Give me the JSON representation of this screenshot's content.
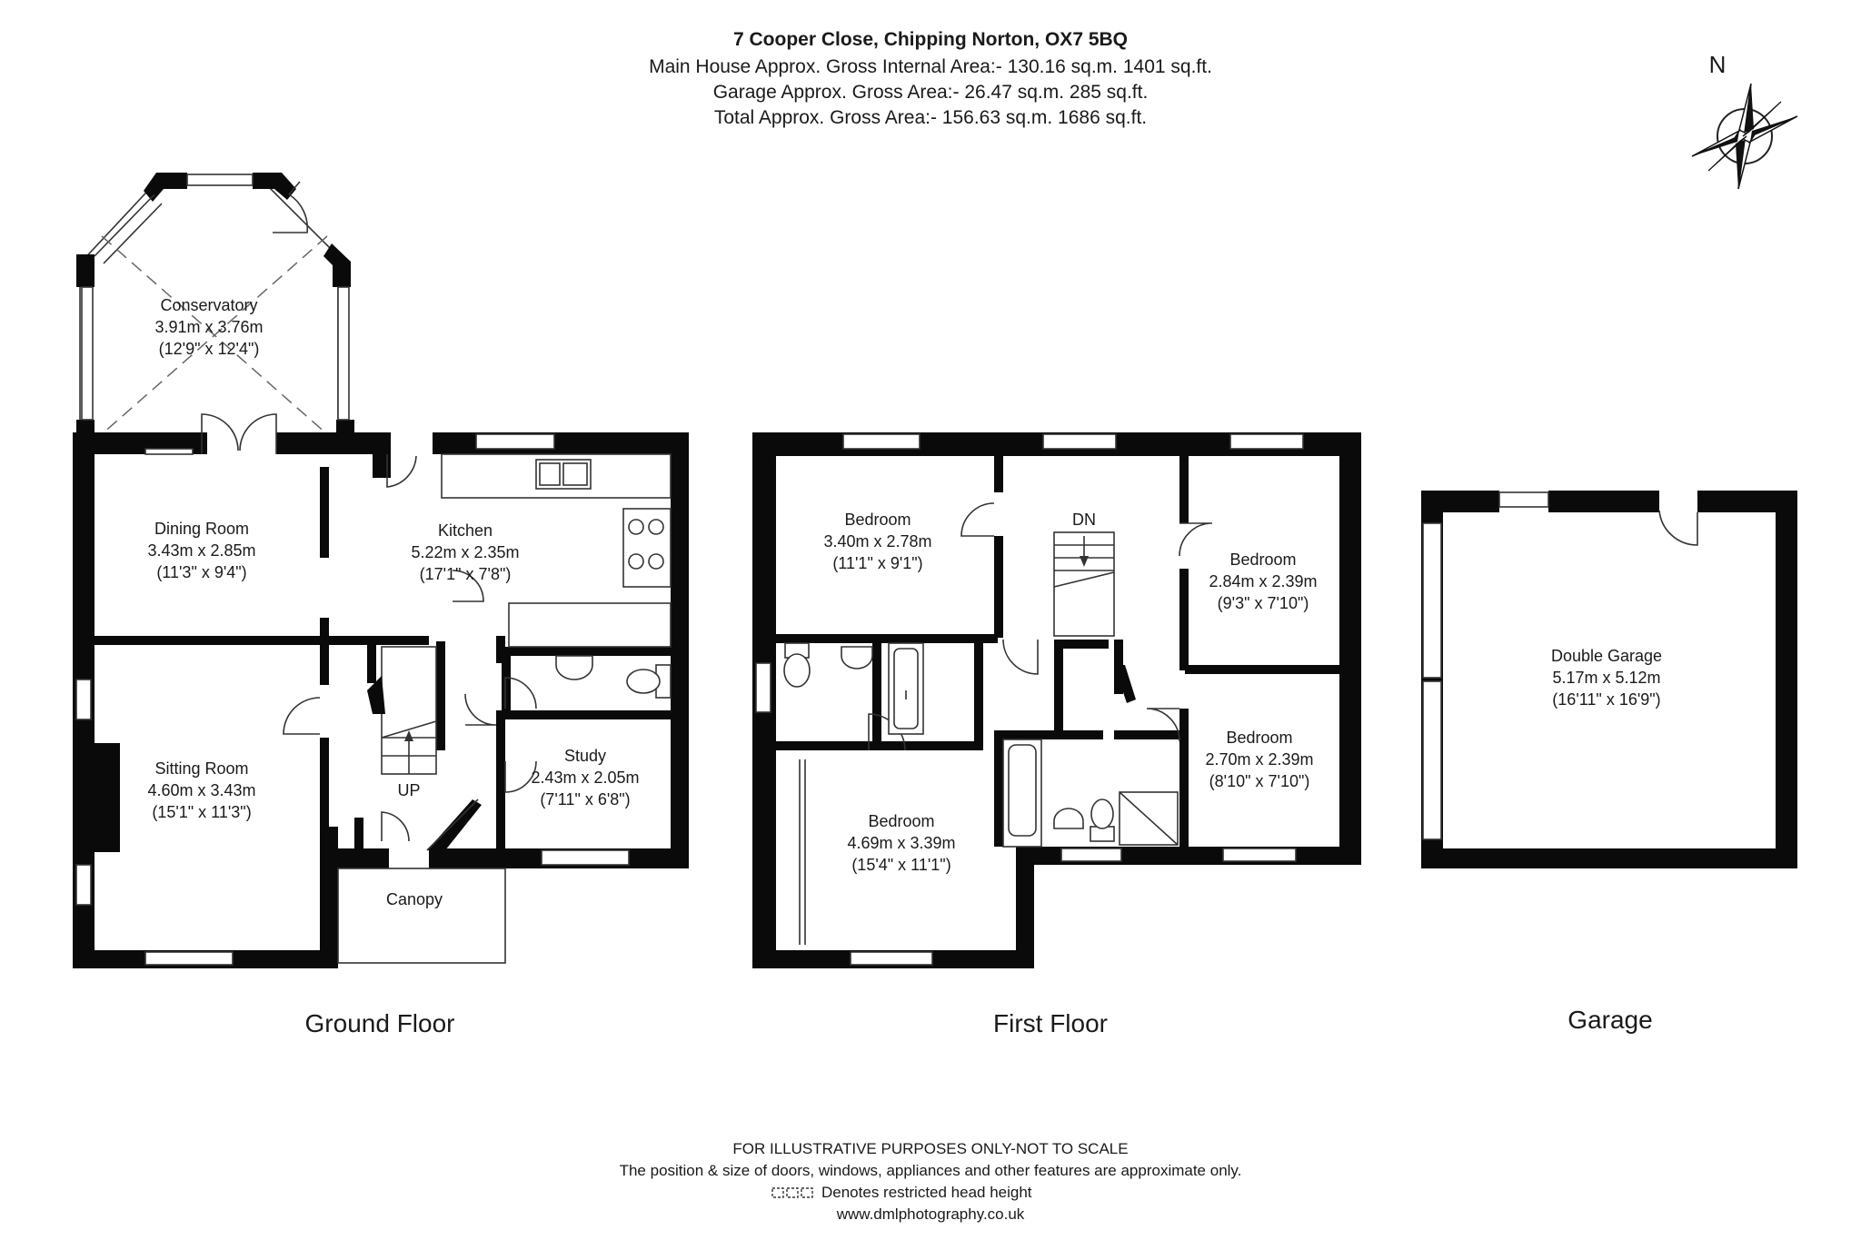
{
  "header": {
    "address": "7 Cooper Close, Chipping Norton, OX7 5BQ",
    "line1": "Main House Approx. Gross Internal Area:- 130.16 sq.m. 1401 sq.ft.",
    "line2": "Garage Approx. Gross Area:- 26.47 sq.m. 285 sq.ft.",
    "line3": "Total Approx. Gross Area:- 156.63 sq.m. 1686 sq.ft."
  },
  "compass": {
    "label": "N"
  },
  "floors": {
    "ground": "Ground Floor",
    "first": "First  Floor",
    "garage": "Garage"
  },
  "rooms": {
    "conservatory": {
      "name": "Conservatory",
      "metric": "3.91m x 3.76m",
      "imperial": "(12'9\" x 12'4\")"
    },
    "dining": {
      "name": "Dining Room",
      "metric": "3.43m x 2.85m",
      "imperial": "(11'3\" x 9'4\")"
    },
    "kitchen": {
      "name": "Kitchen",
      "metric": "5.22m x 2.35m",
      "imperial": "(17'1\" x 7'8\")"
    },
    "sitting": {
      "name": "Sitting Room",
      "metric": "4.60m x 3.43m",
      "imperial": "(15'1\" x 11'3\")"
    },
    "study": {
      "name": "Study",
      "metric": "2.43m x 2.05m",
      "imperial": "(7'11\" x 6'8\")"
    },
    "canopy": {
      "name": "Canopy"
    },
    "up": "UP",
    "dn": "DN",
    "bed1": {
      "name": "Bedroom",
      "metric": "3.40m x 2.78m",
      "imperial": "(11'1\" x 9'1\")"
    },
    "bed2": {
      "name": "Bedroom",
      "metric": "2.84m x 2.39m",
      "imperial": "(9'3\" x 7'10\")"
    },
    "bed3": {
      "name": "Bedroom",
      "metric": "2.70m x 2.39m",
      "imperial": "(8'10\" x 7'10\")"
    },
    "bed4": {
      "name": "Bedroom",
      "metric": "4.69m x 3.39m",
      "imperial": "(15'4\" x 11'1\")"
    },
    "garage": {
      "name": "Double Garage",
      "metric": "5.17m x 5.12m",
      "imperial": "(16'11\" x 16'9\")"
    }
  },
  "footer": {
    "line1": "FOR ILLUSTRATIVE PURPOSES ONLY-NOT TO SCALE",
    "line2": "The position & size of doors, windows, appliances and other features are approximate only.",
    "line3": "Denotes restricted head height",
    "line4": "www.dmlphotography.co.uk"
  }
}
